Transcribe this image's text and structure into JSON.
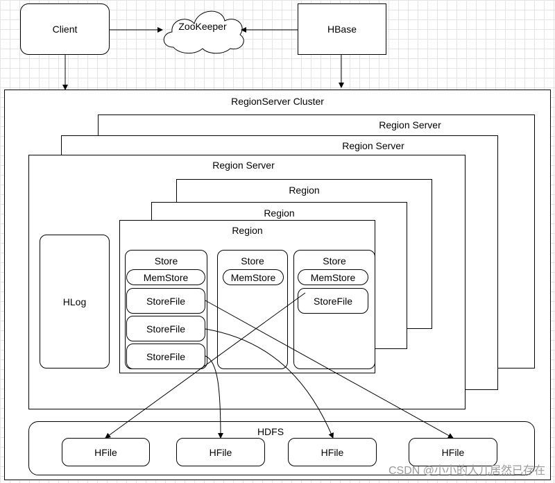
{
  "client": "Client",
  "zookeeper": "ZooKeeper",
  "hbase": "HBase",
  "cluster": "RegionServer Cluster",
  "region_servers": [
    "Region Server",
    "Region Server",
    "Region Server"
  ],
  "regions": [
    "Region",
    "Region",
    "Region"
  ],
  "hlog": "HLog",
  "stores": [
    {
      "label": "Store",
      "memstore": "MemStore",
      "storefiles": [
        "StoreFile",
        "StoreFile",
        "StoreFile"
      ]
    },
    {
      "label": "Store",
      "memstore": "MemStore",
      "storefiles": []
    },
    {
      "label": "Store",
      "memstore": "MemStore",
      "storefiles": [
        "StoreFile"
      ]
    }
  ],
  "hdfs": "HDFS",
  "hfiles": [
    "HFile",
    "HFile",
    "HFile",
    "HFile"
  ],
  "watermark": "CSDN @小小的人儿居然已存在"
}
